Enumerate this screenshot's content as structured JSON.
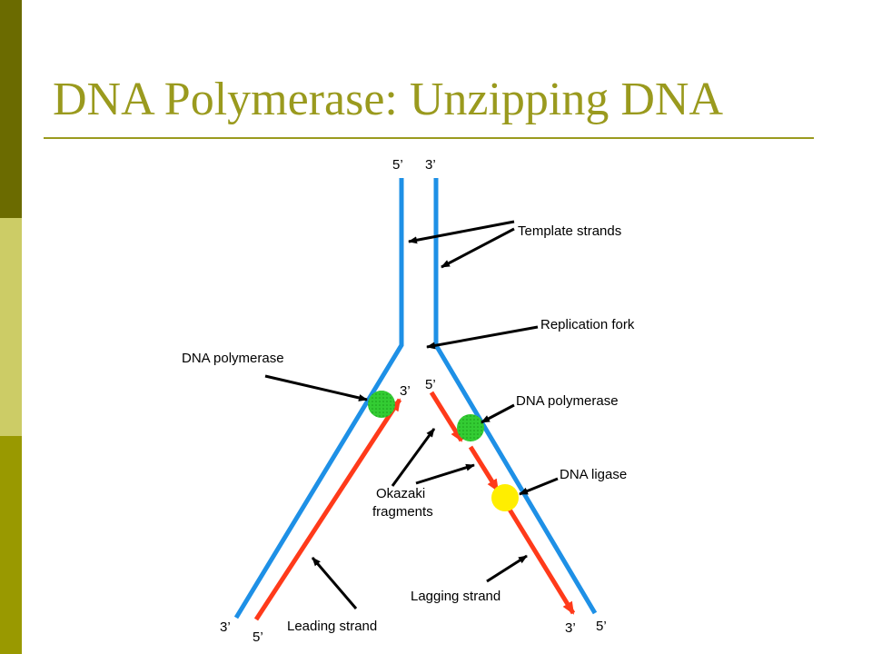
{
  "slide": {
    "title": "DNA Polymerase: Unzipping DNA"
  },
  "theme": {
    "accent_dark": "#6b6b00",
    "accent_light": "#cccc66",
    "accent_mid": "#999900",
    "title_color": "#9a9a1e",
    "template_strand_color": "#1e90e6",
    "new_strand_color": "#ff3a1a",
    "polymerase_color": "#33cc33",
    "ligase_color": "#ffee00"
  },
  "diagram": {
    "labels": {
      "top_left_end": "5’",
      "top_right_end": "3’",
      "template_strands": "Template strands",
      "replication_fork": "Replication fork",
      "dna_polymerase_left": "DNA polymerase",
      "dna_polymerase_right": "DNA polymerase",
      "dna_ligase": "DNA ligase",
      "okazaki_line1": "Okazaki",
      "okazaki_line2": "fragments",
      "lagging_strand": "Lagging strand",
      "leading_strand": "Leading strand",
      "leading_top_end": "3’",
      "lagging_top_end": "5’",
      "bottom_left_template_end": "3’",
      "bottom_left_new_end": "5’",
      "bottom_right_new_end": "3’",
      "bottom_right_template_end": "5’"
    }
  }
}
